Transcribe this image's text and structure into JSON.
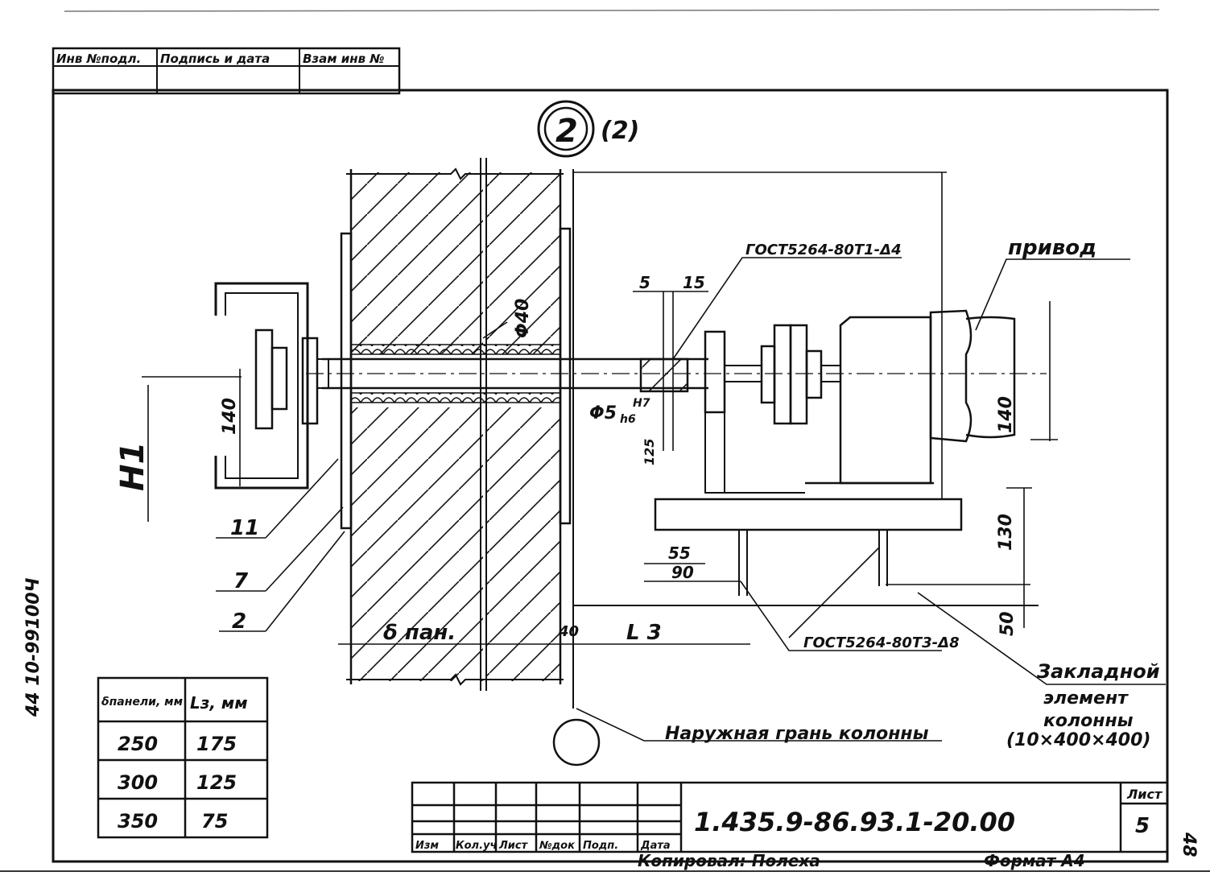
{
  "stamp_top": {
    "cells": [
      "Инв №подл.",
      "Подпись и дата",
      "Взам инв №"
    ]
  },
  "detail_marker": {
    "number": "2",
    "ref": "(2)"
  },
  "labels": {
    "weld_top": "ГОСТ5264-80Т1-Δ4",
    "weld_bottom": "ГОСТ5264-80Т3-Δ8",
    "drive": "привод",
    "phi40": "Φ40",
    "phi5": "Φ5",
    "fit_top": "H7",
    "fit_bottom": "h6",
    "outer_face": "Наружная грань колонны",
    "embed_line1": "Закладной",
    "embed_line2": "элемент",
    "embed_line3": "колонны",
    "embed_line4": "(10×400×400)",
    "delta_pan": "δ пан.",
    "L3": "L 3",
    "H1": "H1"
  },
  "dimensions": {
    "d5": "5",
    "d15": "15",
    "d140_left": "140",
    "d140_right": "140",
    "d125": "125",
    "d55": "55",
    "d90": "90",
    "d130": "130",
    "d50": "50",
    "d40": "40"
  },
  "callouts": {
    "c11": "11",
    "c7": "7",
    "c2": "2"
  },
  "side_text": {
    "left": "44 10-99100Ч",
    "right": "48"
  },
  "table": {
    "headers": [
      "δпанели, мм",
      "Lз, мм"
    ],
    "rows": [
      [
        "250",
        "175"
      ],
      [
        "300",
        "125"
      ],
      [
        "350",
        "75"
      ]
    ]
  },
  "title_block": {
    "doc_number": "1.435.9-86.93.1-20.00",
    "sheet_label": "Лист",
    "sheet_number": "5",
    "columns": [
      "Изм",
      "Кол.уч",
      "Лист",
      "№док",
      "Подп.",
      "Дата"
    ],
    "copied": "Копировал: Полеха",
    "format": "Формат А4"
  }
}
